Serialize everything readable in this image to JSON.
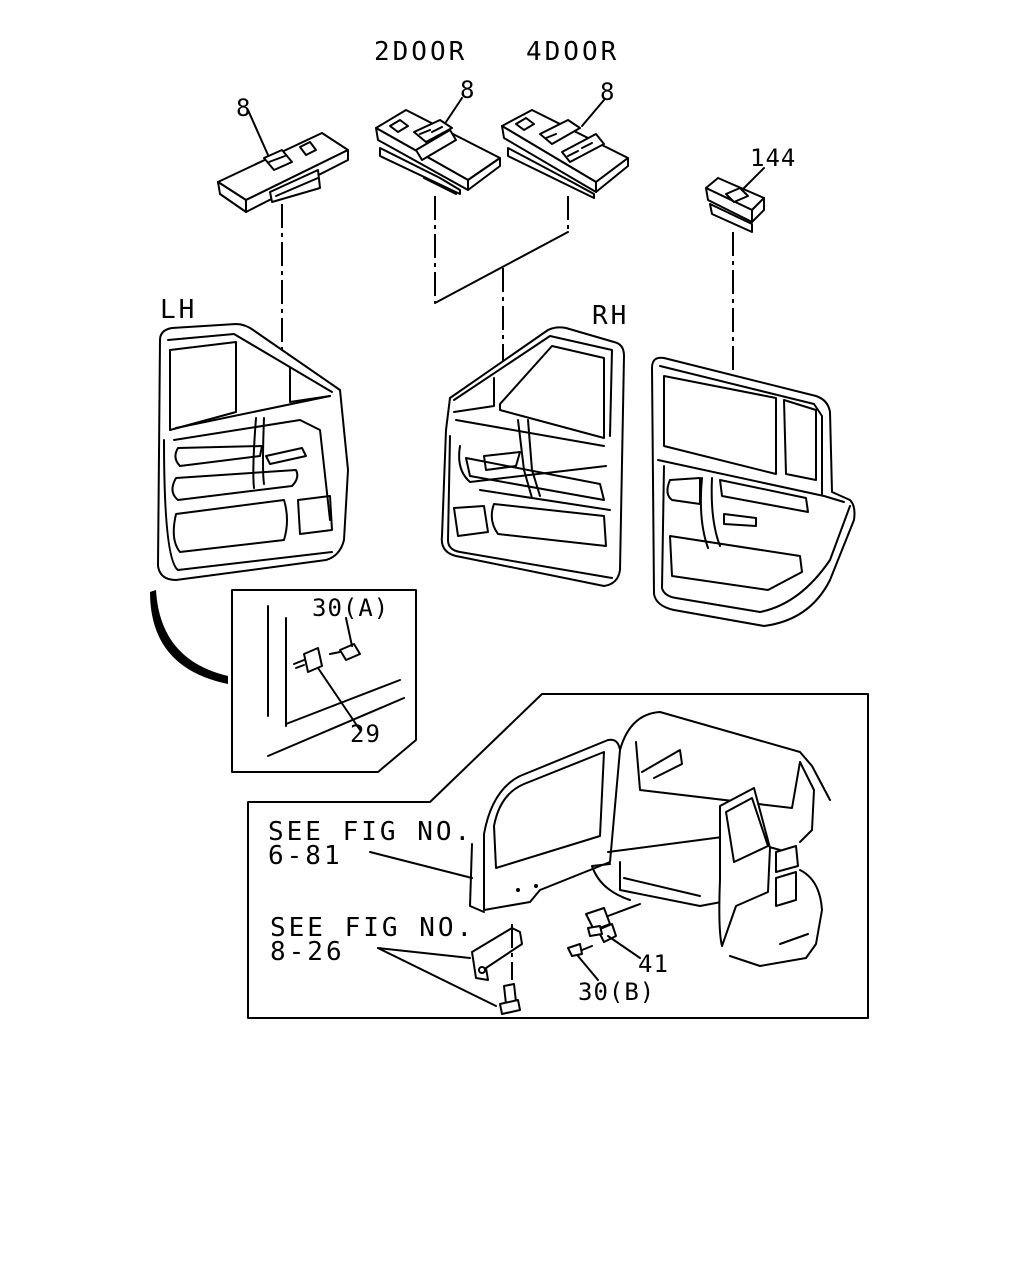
{
  "labels": {
    "door2": "2DOOR",
    "door4": "4DOOR",
    "lh": "LH",
    "rh": "RH",
    "part_8_lh": "8",
    "part_8_2door": "8",
    "part_8_4door": "8",
    "part_144": "144",
    "part_30a": "30(A)",
    "part_29": "29",
    "part_41": "41",
    "part_30b": "30(B)",
    "see_fig_1_line1": "SEE FIG NO.",
    "see_fig_1_line2": "6-81",
    "see_fig_2_line1": "SEE FIG NO.",
    "see_fig_2_line2": "8-26"
  }
}
